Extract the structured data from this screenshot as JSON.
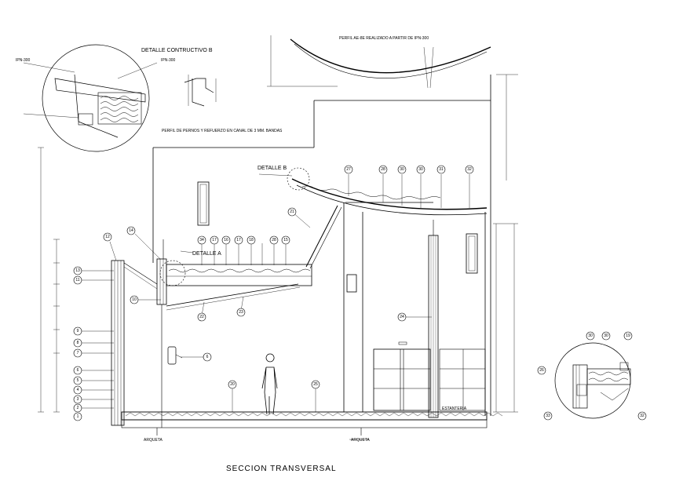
{
  "labels": {
    "drawing_title": "SECCION TRANSVERSAL",
    "detail_b_top": "DETALLE CONTRUCTIVO B",
    "detail_b": "DETALLE B",
    "detail_a": "DETALLE A",
    "profile_note": "PERFIL AE-8E REALIZADO A PARTIR DE IPN-300",
    "profile_note_2": "PERFIL DE PERNOS Y REFUERZO EN CANAL DE 3 MM. BANDAS",
    "arqueta_left": "ARQUETA",
    "arqueta_right": "ARQUETA",
    "estanteria": "ESTANTERIA",
    "ipn_label": "IPN-300",
    "ipn_label_2": "IPN-300"
  },
  "callouts": {
    "left_column": [
      "13",
      "11",
      "9",
      "8",
      "7",
      "6",
      "5",
      "4",
      "3",
      "2",
      "1"
    ],
    "parapet_top": "12",
    "pole_top": "14",
    "roof_a_row": [
      "34",
      "17",
      "16",
      "17",
      "18",
      "28",
      "15"
    ],
    "roof_b_row": [
      "27",
      "28",
      "30",
      "30",
      "31",
      "32"
    ],
    "misc": [
      "10",
      "22",
      "23",
      "21",
      "24",
      "6",
      "20",
      "25"
    ],
    "right_detail": [
      "26",
      "30",
      "30",
      "19",
      "33",
      "32"
    ]
  }
}
